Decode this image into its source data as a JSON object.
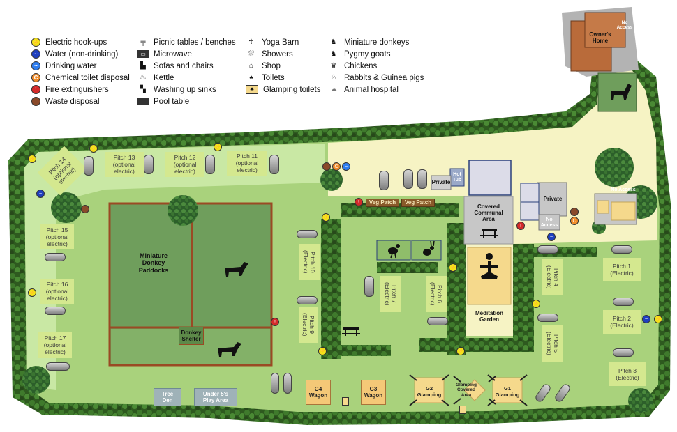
{
  "legend": {
    "col1": [
      {
        "label": "Electric hook-ups",
        "icon": "electric-icon",
        "color": "#f3e21b"
      },
      {
        "label": "Water (non-drinking)",
        "icon": "water-icon",
        "color": "#1f3fbf"
      },
      {
        "label": "Drinking water",
        "icon": "drinking-water-icon",
        "color": "#2f7ef0"
      },
      {
        "label": "Chemical toilet disposal",
        "icon": "chemical-toilet-icon",
        "color": "#f08c2a"
      },
      {
        "label": "Fire extinguishers",
        "icon": "fire-extinguisher-icon",
        "color": "#d42a2a"
      },
      {
        "label": "Waste disposal",
        "icon": "waste-icon",
        "color": "#8a4a2a"
      }
    ],
    "col2": [
      {
        "label": "Picnic tables / benches",
        "icon": "picnic-table-icon"
      },
      {
        "label": "Microwave",
        "icon": "microwave-icon"
      },
      {
        "label": "Sofas and chairs",
        "icon": "sofa-icon"
      },
      {
        "label": "Kettle",
        "icon": "kettle-icon"
      },
      {
        "label": "Washing up sinks",
        "icon": "sink-icon"
      },
      {
        "label": "Pool table",
        "icon": "pool-table-icon"
      }
    ],
    "col3": [
      {
        "label": "Yoga Barn",
        "icon": "yoga-icon"
      },
      {
        "label": "Showers",
        "icon": "shower-icon"
      },
      {
        "label": "Shop",
        "icon": "shop-icon"
      },
      {
        "label": "Toilets",
        "icon": "toilet-icon"
      },
      {
        "label": "Glamping toilets",
        "icon": "glamping-toilet-icon"
      }
    ],
    "col4": [
      {
        "label": "Miniature donkeys",
        "icon": "donkey-icon"
      },
      {
        "label": "Pygmy goats",
        "icon": "goat-icon"
      },
      {
        "label": "Chickens",
        "icon": "chicken-icon"
      },
      {
        "label": "Rabbits & Guinea pigs",
        "icon": "rabbit-icon"
      },
      {
        "label": "Animal hospital",
        "icon": "hospital-icon"
      }
    ]
  },
  "pitches": {
    "p13": {
      "name": "Pitch 13",
      "sub": "(optional electric)"
    },
    "p12": {
      "name": "Pitch 12",
      "sub": "(optional electric)"
    },
    "p11": {
      "name": "Pitch 11",
      "sub": "(optional electric)"
    },
    "p14": {
      "name": "Pitch 14",
      "sub": "(optional electric)"
    },
    "p15": {
      "name": "Pitch 15",
      "sub": "(optional electric)"
    },
    "p16": {
      "name": "Pitch 16",
      "sub": "(optional electric)"
    },
    "p17": {
      "name": "Pitch 17",
      "sub": "(optional electric)"
    },
    "p10": {
      "name": "Pitch 10",
      "sub": "(Electric)"
    },
    "p9": {
      "name": "Pitch 9",
      "sub": "(Electric)"
    },
    "p7": {
      "name": "Pitch 7",
      "sub": "(Electric)"
    },
    "p6": {
      "name": "Pitch 6",
      "sub": "(Electric)"
    },
    "p4": {
      "name": "Pitch 4",
      "sub": "(Electric)"
    },
    "p5": {
      "name": "Pitch 5",
      "sub": "(Electric)"
    },
    "p1": {
      "name": "Pitch 1",
      "sub": "(Electric)"
    },
    "p2": {
      "name": "Pitch 2",
      "sub": "(Electric)"
    },
    "p3": {
      "name": "Pitch 3",
      "sub": "(Electric)"
    }
  },
  "areas": {
    "paddock_line1": "Miniature",
    "paddock_line2": "Donkey",
    "paddock_line3": "Paddocks",
    "shelter_line1": "Donkey",
    "shelter_line2": "Shelter",
    "tree_den_line1": "Tree",
    "tree_den_line2": "Den",
    "play_line1": "Under 5's",
    "play_line2": "Play Area",
    "communal_line1": "Covered",
    "communal_line2": "Communal",
    "communal_line3": "Area",
    "meditation_line1": "Meditation",
    "meditation_line2": "Garden",
    "veg1": "Veg Patch",
    "veg2": "Veg Patch",
    "private1": "Private",
    "private2": "Private",
    "hot_tub_line1": "Hot",
    "hot_tub_line2": "Tub",
    "no_access1": "No Access",
    "no_access2": "No Access",
    "no_access3_line1": "No",
    "no_access3_line2": "Access",
    "owners_line1": "Owner's",
    "owners_line2": "Home",
    "g4_code": "G4",
    "g4_type": "Wagon",
    "g3_code": "G3",
    "g3_type": "Wagon",
    "g2_code": "G2",
    "g2_type": "Glamping",
    "g1_code": "G1",
    "g1_type": "Glamping",
    "glamp_cov_line1": "Glamping",
    "glamp_cov_line2": "Covered",
    "glamp_cov_line3": "Area"
  },
  "colors": {
    "grass": "#a7d27a",
    "light_grass": "#c7e7a1",
    "hedge": "#2f5a20",
    "cream": "#f6f3c4",
    "paddock": "#6e9e58",
    "fence": "#9a4a24",
    "gray_zone": "#b3b3b3"
  }
}
